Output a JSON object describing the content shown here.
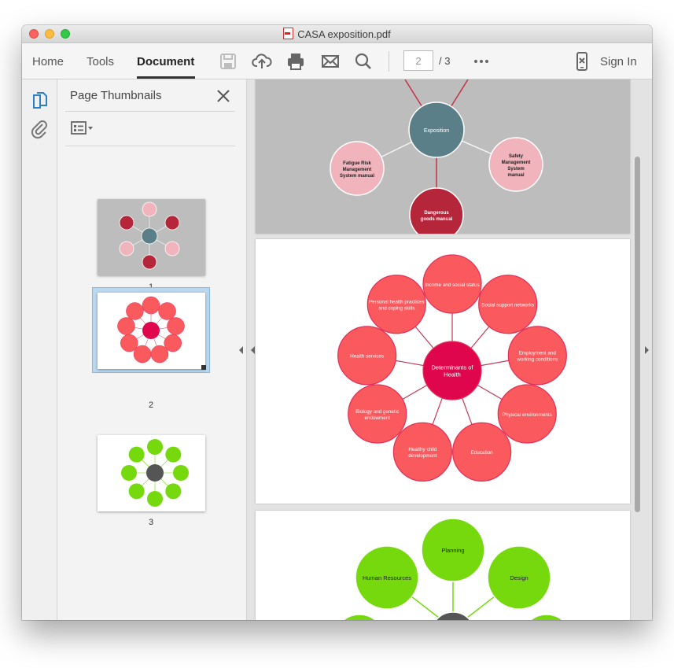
{
  "window": {
    "title": "CASA exposition.pdf"
  },
  "toolbar": {
    "tabs": [
      {
        "label": "Home"
      },
      {
        "label": "Tools"
      },
      {
        "label": "Document"
      }
    ],
    "current_page": "2",
    "total_pages": "/  3",
    "sign_in": "Sign In"
  },
  "panel": {
    "title": "Page Thumbnails"
  },
  "thumbnails": [
    {
      "label": "1"
    },
    {
      "label": "2"
    },
    {
      "label": "3"
    }
  ],
  "page1": {
    "center": "Exposition",
    "nodes": [
      "Fatigue Risk\nManagement\nSystem manual",
      "Safety\nManagement\nSystem\nmanual",
      "Dangerous\ngoods manual"
    ],
    "colors": {
      "bg": "#bdbdbd",
      "center": "#5b7f88",
      "pink": "#f1b4bd",
      "red": "#b6263a",
      "line": "#f4f4f4",
      "redline": "#c53045"
    }
  },
  "page2": {
    "center": "Determinants of\nHealth",
    "nodes": [
      "Income and social status",
      "Social support networks",
      "Employment and\nworking conditions",
      "Physical environments",
      "Education",
      "Healthy child\ndevelopment",
      "Biology and genetic\nendowment",
      "Health services",
      "Personal health practices\nand coping skills"
    ],
    "colors": {
      "center": "#e0064e",
      "node": "#fa5a5d",
      "stroke": "#e02f5a",
      "line": "#c23a55"
    }
  },
  "page3": {
    "nodes": [
      "Planning",
      "Design",
      "Human Resources"
    ],
    "colors": {
      "node": "#75d90e",
      "center": "#555555",
      "line": "#75d90e"
    }
  }
}
